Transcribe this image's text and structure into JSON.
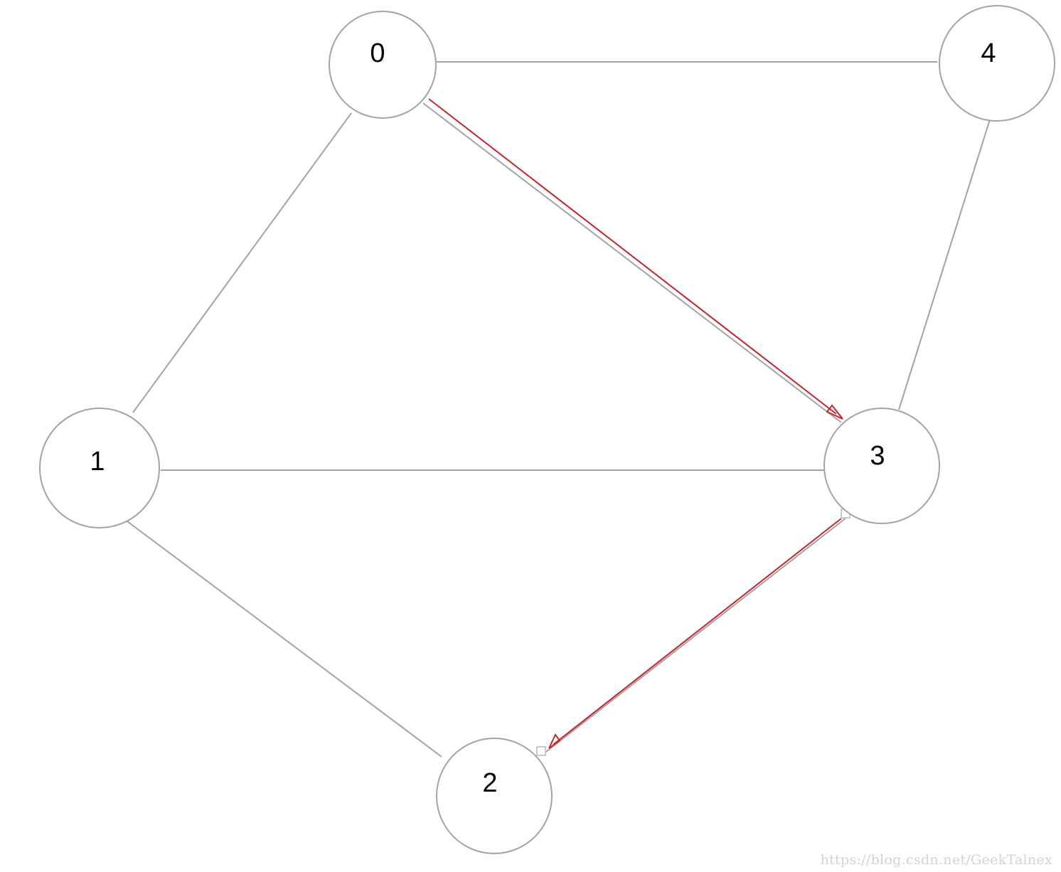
{
  "graph": {
    "nodes": [
      {
        "id": "0",
        "label": "0"
      },
      {
        "id": "1",
        "label": "1"
      },
      {
        "id": "2",
        "label": "2"
      },
      {
        "id": "3",
        "label": "3"
      },
      {
        "id": "4",
        "label": "4"
      }
    ],
    "edges": [
      {
        "from": "0",
        "to": "4"
      },
      {
        "from": "0",
        "to": "1"
      },
      {
        "from": "0",
        "to": "3"
      },
      {
        "from": "1",
        "to": "3"
      },
      {
        "from": "1",
        "to": "2"
      },
      {
        "from": "3",
        "to": "4"
      },
      {
        "from": "3",
        "to": "2"
      }
    ],
    "highlighted_path": [
      {
        "from": "0",
        "to": "3"
      },
      {
        "from": "3",
        "to": "2"
      }
    ],
    "colors": {
      "edge": "#a3a3a3",
      "node_border": "#a3a3a3",
      "node_fill": "#ffffff",
      "label": "#000000",
      "highlight": "#c8232c"
    }
  },
  "watermark": "https://blog.csdn.net/GeekTalnex"
}
